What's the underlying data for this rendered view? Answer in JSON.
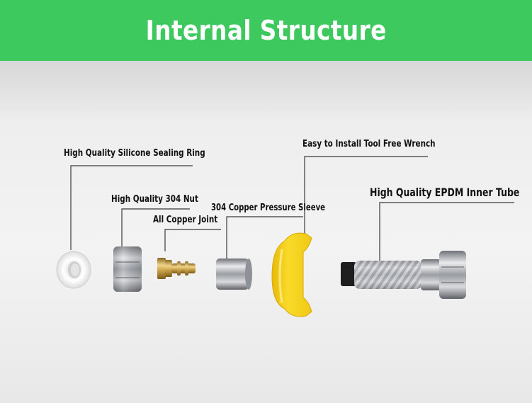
{
  "header": {
    "title": "Internal Structure"
  },
  "labels": {
    "silicone_ring": "High Quality Silicone Sealing Ring",
    "nut": "High Quality 304 Nut",
    "copper_joint": "All Copper Joint",
    "pressure_sleeve": "304 Copper Pressure Sleeve",
    "wrench": "Easy to Install Tool Free Wrench",
    "inner_tube": "High Quality EPDM Inner Tube"
  },
  "colors": {
    "banner": "#3ec95f",
    "title_text": "#ffffff",
    "wrench": "#f6d21c",
    "brass": "#c9a24a",
    "steel": "#a7a9ad"
  }
}
